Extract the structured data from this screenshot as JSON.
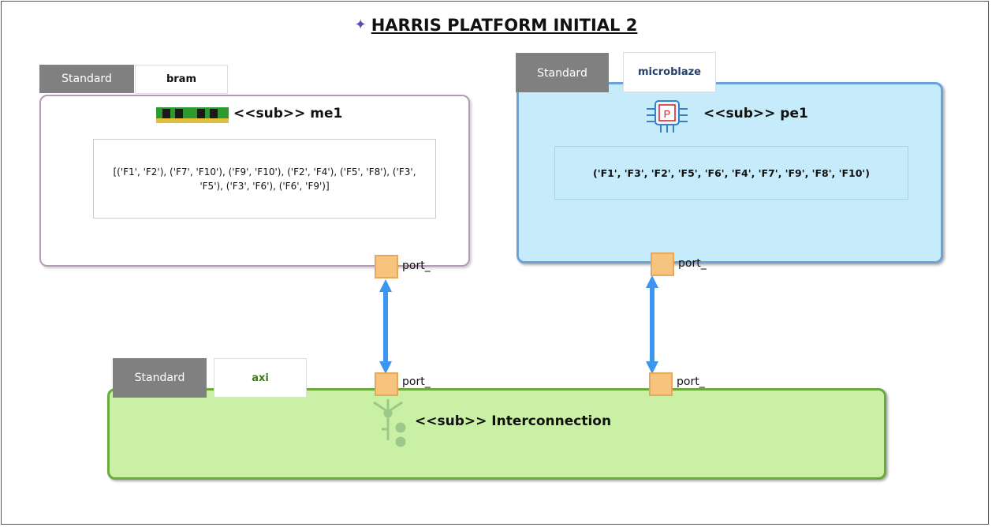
{
  "diagram": {
    "title": "HARRIS PLATFORM INITIAL 2",
    "title_icon": "star-icon",
    "components": {
      "memory": {
        "category_tab": "Standard",
        "type_tab": "bram",
        "label": "<<sub>> me1",
        "content": "[('F1', 'F2'), ('F7', 'F10'), ('F9', 'F10'), ('F2', 'F4'), ('F5', 'F8'), ('F3', 'F5'), ('F3', 'F6'), ('F6', 'F9')]",
        "icon": "memory-chip-icon",
        "port_label": "port_"
      },
      "processor": {
        "category_tab": "Standard",
        "type_tab": "microblaze",
        "label": "<<sub>> pe1",
        "content": "('F1', 'F3', 'F2', 'F5', 'F6', 'F4', 'F7', 'F9', 'F8', 'F10')",
        "icon": "processor-chip-icon",
        "icon_letter": "P",
        "port_label": "port_"
      },
      "interconnect": {
        "category_tab": "Standard",
        "type_tab": "axi",
        "label": "<<sub>> Interconnection",
        "icon": "interconnect-icon",
        "port_label_left": "port_",
        "port_label_right": "port_"
      }
    },
    "colors": {
      "memory_border": "#b79ab5",
      "processor_fill": "#c6ecfb",
      "processor_border": "#6aa3d8",
      "interconnect_fill": "#caf0a5",
      "interconnect_border": "#6aaa3a",
      "connector": "#3c95ee",
      "port_fill": "#f7c47f",
      "port_border": "#e8a85a",
      "tab_gray": "#808080"
    }
  }
}
